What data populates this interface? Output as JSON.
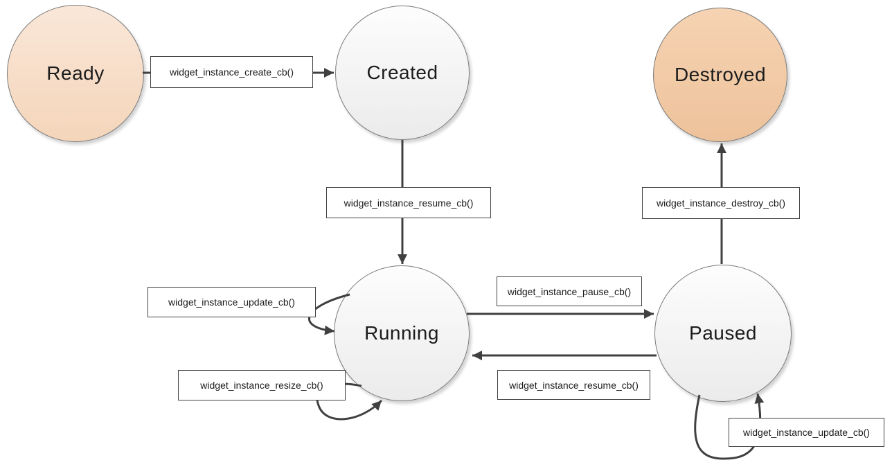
{
  "diagram": {
    "states": [
      {
        "id": "ready",
        "label": "Ready",
        "fill": "peach"
      },
      {
        "id": "created",
        "label": "Created",
        "fill": "neutral"
      },
      {
        "id": "destroyed",
        "label": "Destroyed",
        "fill": "orange"
      },
      {
        "id": "running",
        "label": "Running",
        "fill": "neutral"
      },
      {
        "id": "paused",
        "label": "Paused",
        "fill": "neutral"
      }
    ],
    "transitions": [
      {
        "from": "Ready",
        "to": "Created",
        "label": "widget_instance_create_cb()"
      },
      {
        "from": "Created",
        "to": "Running",
        "label": "widget_instance_resume_cb()"
      },
      {
        "from": "Running",
        "to": "Running",
        "label": "widget_instance_update_cb()"
      },
      {
        "from": "Running",
        "to": "Running",
        "label": "widget_instance_resize_cb()"
      },
      {
        "from": "Running",
        "to": "Paused",
        "label": "widget_instance_pause_cb()"
      },
      {
        "from": "Paused",
        "to": "Running",
        "label": "widget_instance_resume_cb()"
      },
      {
        "from": "Paused",
        "to": "Destroyed",
        "label": "widget_instance_destroy_cb()"
      },
      {
        "from": "Paused",
        "to": "Paused",
        "label": "widget_instance_update_cb()"
      }
    ]
  },
  "colors": {
    "ready-top": "#fae7d8",
    "ready-bottom": "#f4d5ba",
    "destroyed-top": "#f6d3b3",
    "destroyed-bottom": "#edc29b",
    "neutral-top": "#fdfdfd",
    "neutral-bottom": "#ebebeb",
    "arrow": "#404040",
    "node-border": "#7a7a7a",
    "box-border": "#404040",
    "text": "#1a1a1a"
  }
}
